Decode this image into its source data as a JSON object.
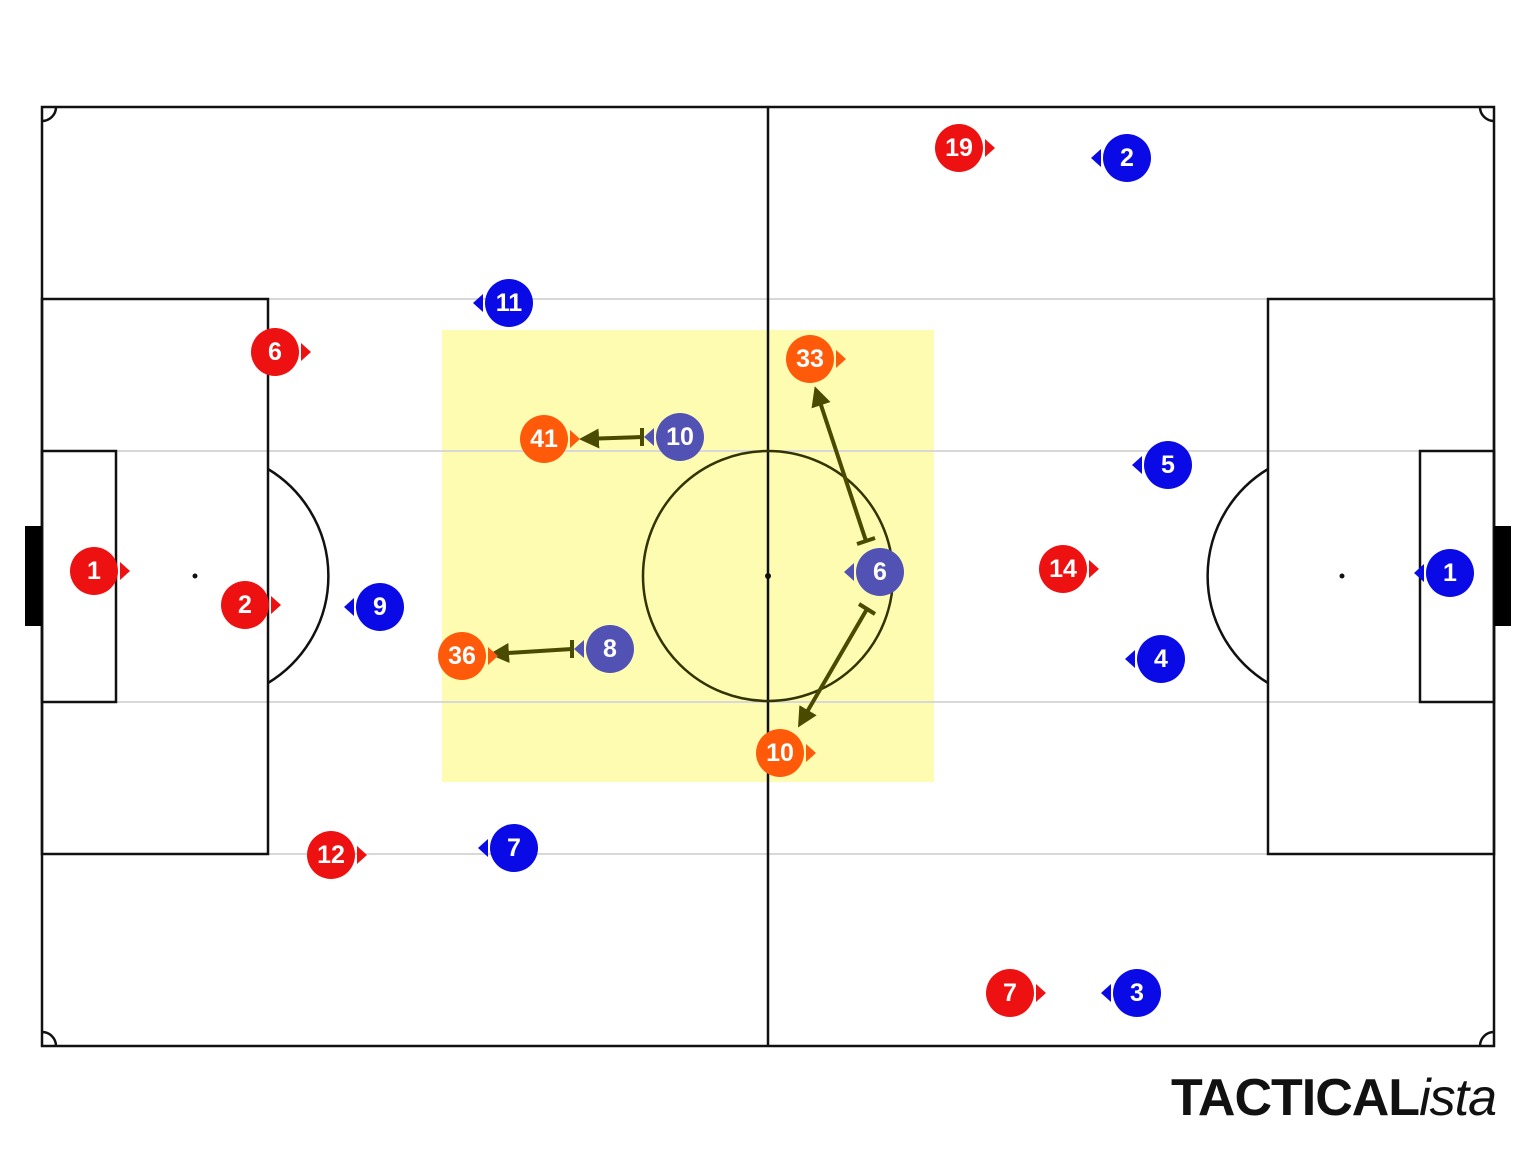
{
  "brand": {
    "bold": "TACTICAL",
    "italic": "ista"
  },
  "colors": {
    "red_team": "#ee1111",
    "blue_team": "#0a0ae6",
    "orange_highlight": "#ff5a0a",
    "purple_highlight": "#5252b4",
    "zone_fill": "#fdfcb0",
    "arrow": "#4a4a00"
  },
  "red_players": [
    {
      "id": "red-1",
      "number": "1"
    },
    {
      "id": "red-2",
      "number": "2"
    },
    {
      "id": "red-6",
      "number": "6"
    },
    {
      "id": "red-12",
      "number": "12"
    },
    {
      "id": "red-19",
      "number": "19"
    },
    {
      "id": "red-14",
      "number": "14"
    },
    {
      "id": "red-7",
      "number": "7"
    }
  ],
  "orange_players": [
    {
      "id": "orange-33",
      "number": "33"
    },
    {
      "id": "orange-41",
      "number": "41"
    },
    {
      "id": "orange-36",
      "number": "36"
    },
    {
      "id": "orange-10",
      "number": "10"
    }
  ],
  "blue_players": [
    {
      "id": "blue-1",
      "number": "1"
    },
    {
      "id": "blue-2",
      "number": "2"
    },
    {
      "id": "blue-3",
      "number": "3"
    },
    {
      "id": "blue-4",
      "number": "4"
    },
    {
      "id": "blue-5",
      "number": "5"
    },
    {
      "id": "blue-7",
      "number": "7"
    },
    {
      "id": "blue-9",
      "number": "9"
    },
    {
      "id": "blue-11",
      "number": "11"
    }
  ],
  "purple_players": [
    {
      "id": "purple-10",
      "number": "10"
    },
    {
      "id": "purple-8",
      "number": "8"
    },
    {
      "id": "purple-6",
      "number": "6"
    }
  ],
  "pressing_arrows": [
    {
      "from": "purple-10",
      "to": "orange-41"
    },
    {
      "from": "purple-8",
      "to": "orange-36"
    },
    {
      "from": "purple-6",
      "to": "orange-33"
    },
    {
      "from": "purple-6",
      "to": "orange-10"
    }
  ]
}
